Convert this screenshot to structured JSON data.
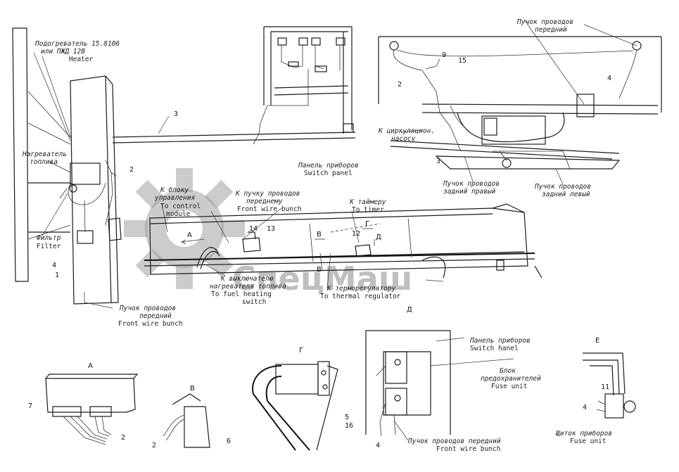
{
  "watermark": {
    "text": "СпецМаш",
    "gear_icon": "gear-icon"
  },
  "labels": {
    "heater_ru_1": "Подогреватель 15.8106",
    "heater_ru_2": "или ПЖД 12В",
    "heater_en": "Heater",
    "fuel_heater_ru_1": "Нагреватель",
    "fuel_heater_ru_2": "топлива",
    "filter_ru": "Фильтр",
    "filter_en": "Filter",
    "front_bunch_bl_ru_1": "Пучок проводов",
    "front_bunch_bl_ru_2": "передний",
    "front_bunch_bl_en": "Front wire bunch",
    "control_ru_1": "К блоку",
    "control_ru_2": "управления",
    "control_en_1": "To control",
    "control_en_2": "module",
    "to_front_ru_1": "К пучку проводов",
    "to_front_ru_2": "переднему",
    "to_front_en": "Front wire bunch",
    "timer_ru": "К таймеру",
    "timer_en": "To timer",
    "switch_panel_ru": "Панель приборов",
    "switch_panel_en": "Switch panel",
    "fuel_switch_ru_1": "К выключателю",
    "fuel_switch_ru_2": "нагревателя топлива",
    "fuel_switch_en_1": "To fuel heating",
    "fuel_switch_en_2": "switch",
    "thermo_ru": "К терморегулятору",
    "thermo_en": "To thermal regulator",
    "front_bunch_tr_ru_1": "Пучок проводов",
    "front_bunch_tr_ru_2": "передний",
    "circ_pump_ru_1": "К циркуляцион.",
    "circ_pump_ru_2": "насосу",
    "rear_right_ru_1": "Пучок проводов",
    "rear_right_ru_2": "задний правый",
    "rear_left_ru_1": "Пучок проводов",
    "rear_left_ru_2": "задний левый",
    "panel2_ru": "Панель приборов",
    "panel2_en": "Switch hanel",
    "fuse_block_ru_1": "Блок",
    "fuse_block_ru_2": "предохранителей",
    "fuse_block_en": "Fuse unit",
    "front_bunch_d_ru": "Пучок проводов передний",
    "front_bunch_d_en": "Front wire bunch",
    "fuse_panel_ru": "Щиток приборов",
    "fuse_panel_en": "Fuse unit"
  },
  "views": {
    "A": "А",
    "B": "В",
    "G": "Г",
    "D": "Д",
    "E": "Е"
  },
  "callouts": {
    "n1": "1",
    "n2a": "2",
    "n3a": "3",
    "n4a": "4",
    "n2b": "2",
    "n3b": "3",
    "n4b": "4",
    "n9": "9",
    "n15": "15",
    "n14": "14",
    "n13": "13",
    "n12": "12",
    "n7": "7",
    "n2c": "2",
    "n2d": "2",
    "n6": "6",
    "n5": "5",
    "n16": "16",
    "n4c": "4",
    "n11": "11",
    "n4d": "4"
  },
  "arrows": {
    "A": "А",
    "B": "В",
    "G": "Г",
    "D": "Д",
    "B2": "В"
  }
}
